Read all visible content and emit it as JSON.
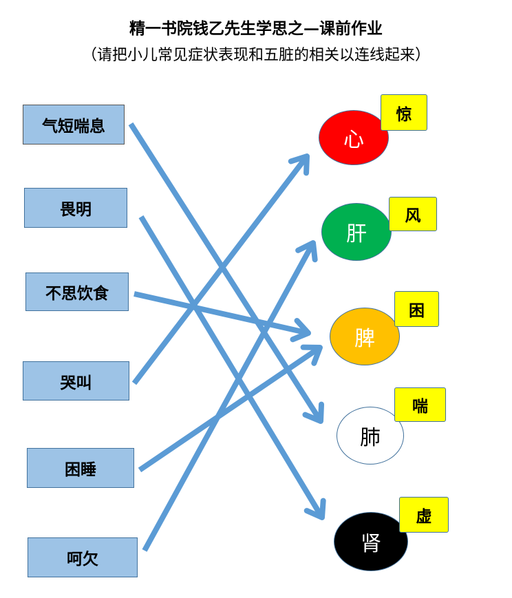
{
  "title": "精一书院钱乙先生学思之—课前作业",
  "subtitle": "（请把小儿常见症状表现和五脏的相关以连线起来）",
  "symptoms": [
    {
      "label": "气短喘息"
    },
    {
      "label": "畏明"
    },
    {
      "label": "不思饮食"
    },
    {
      "label": "哭叫"
    },
    {
      "label": "困睡"
    },
    {
      "label": "呵欠"
    }
  ],
  "organs": [
    {
      "label": "心",
      "tag": "惊",
      "fill": "#ff0000",
      "text_color": "#ffffff"
    },
    {
      "label": "肝",
      "tag": "风",
      "fill": "#00b050",
      "text_color": "#ffffff"
    },
    {
      "label": "脾",
      "tag": "困",
      "fill": "#ffc000",
      "text_color": "#ffffff"
    },
    {
      "label": "肺",
      "tag": "喘",
      "fill": "#ffffff",
      "text_color": "#000000"
    },
    {
      "label": "肾",
      "tag": "虚",
      "fill": "#000000",
      "text_color": "#ffffff"
    }
  ],
  "connections": [
    {
      "from": "气短喘息",
      "to": "肺"
    },
    {
      "from": "畏明",
      "to": "肾"
    },
    {
      "from": "不思饮食",
      "to": "脾"
    },
    {
      "from": "哭叫",
      "to": "心"
    },
    {
      "from": "困睡",
      "to": "脾"
    },
    {
      "from": "呵欠",
      "to": "肝"
    }
  ],
  "colors": {
    "arrow": "#5b9bd5",
    "box_fill": "#9dc3e6",
    "tag_fill": "#ffff00"
  }
}
